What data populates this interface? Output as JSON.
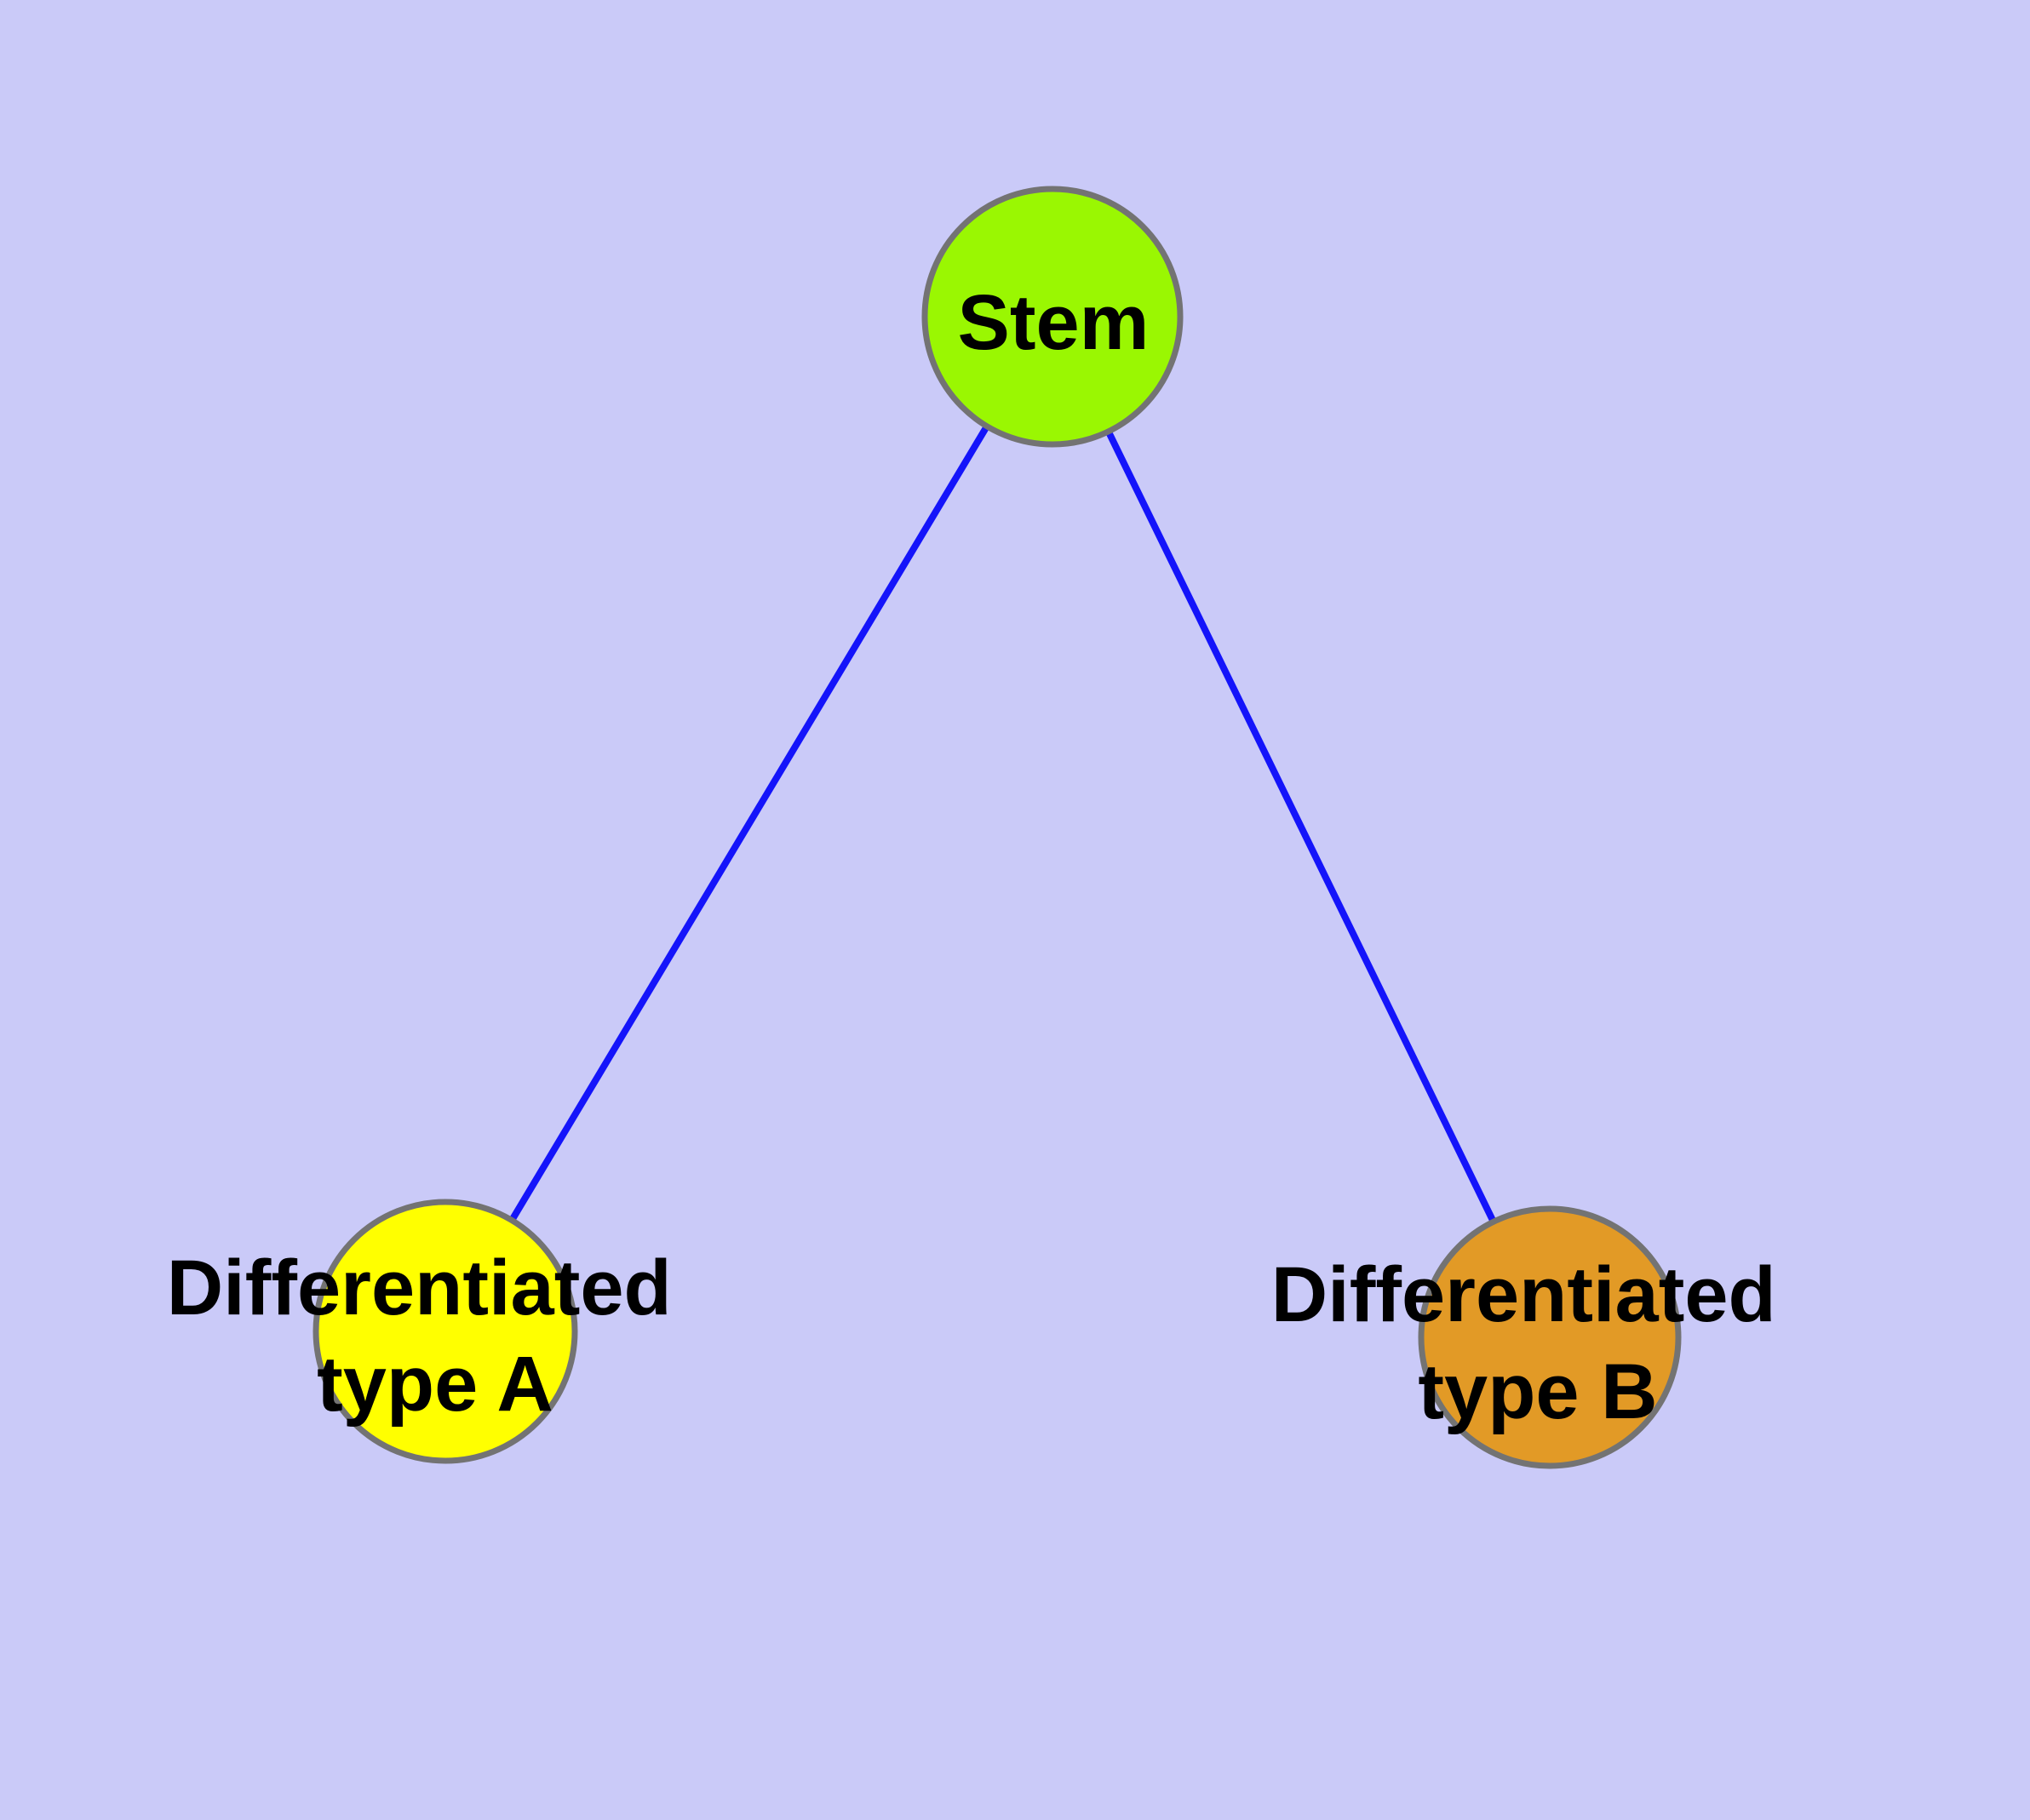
{
  "figure": {
    "background_color": "#cacaf8",
    "edge_color": "#1414fa",
    "node_border_color": "#737373",
    "label_color": "#000000",
    "nodes": [
      {
        "id": "stem",
        "label": "Stem",
        "fill": "#9af702"
      },
      {
        "id": "diff_a",
        "label_line1": "Differentiated",
        "label_line2": "type A",
        "fill": "#ffff00"
      },
      {
        "id": "diff_b",
        "label_line1": "Differentiated",
        "label_line2": "type B",
        "fill": "#e29a26"
      }
    ],
    "edges": [
      {
        "from": "Stem",
        "to": "Differentiated type A"
      },
      {
        "from": "Stem",
        "to": "Differentiated type B"
      }
    ]
  }
}
